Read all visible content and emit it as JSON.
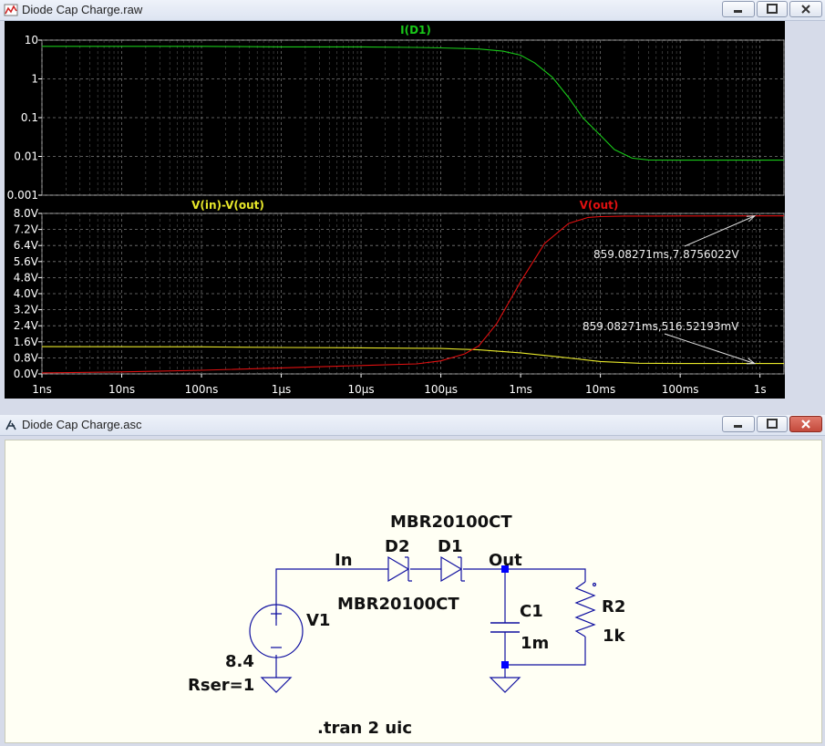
{
  "waveform_window": {
    "title": "Diode Cap Charge.raw"
  },
  "schematic_window": {
    "title": "Diode Cap Charge.asc"
  },
  "window_buttons": {
    "minimize": "minimize-icon",
    "maximize": "maximize-icon",
    "close": "close-icon"
  },
  "colors": {
    "plot_bg": "#000000",
    "grid": "#7a7a7a",
    "axis_text": "#ffffff",
    "green_trace": "#19c819",
    "yellow_trace": "#e8e82a",
    "red_trace": "#e01010",
    "schematic_bg": "#fffff4",
    "wire": "#1010a0",
    "close_btn": "#c44a3c"
  },
  "chart_data": [
    {
      "type": "line",
      "title": "I(D1)",
      "x_scale": "log",
      "y_scale": "log",
      "xlim": [
        1e-09,
        2
      ],
      "ylim": [
        0.001,
        10
      ],
      "y_ticks": [
        "10",
        "1",
        "0.1",
        "0.01",
        "0.001"
      ],
      "grid": true,
      "series": [
        {
          "name": "I(D1)",
          "color": "#19c819",
          "x": [
            1e-09,
            1e-08,
            1e-07,
            3e-07,
            1e-06,
            1e-05,
            5e-05,
            0.0001,
            0.0003,
            0.0006,
            0.001,
            0.0015,
            0.0025,
            0.004,
            0.006,
            0.01,
            0.015,
            0.025,
            0.04,
            0.1,
            1,
            2
          ],
          "y": [
            6.9,
            6.9,
            6.9,
            6.8,
            6.7,
            6.7,
            6.5,
            6.3,
            5.9,
            5.2,
            4.1,
            2.6,
            1.1,
            0.33,
            0.1,
            0.035,
            0.015,
            0.009,
            0.0081,
            0.008,
            0.008,
            0.008
          ]
        }
      ]
    },
    {
      "type": "line",
      "x_scale": "log",
      "xlim": [
        1e-09,
        2
      ],
      "ylim": [
        0,
        8
      ],
      "y_ticks": [
        "8.0V",
        "7.2V",
        "6.4V",
        "5.6V",
        "4.8V",
        "4.0V",
        "3.2V",
        "2.4V",
        "1.6V",
        "0.8V",
        "0.0V"
      ],
      "x_ticks": [
        "1ns",
        "10ns",
        "100ns",
        "1µs",
        "10µs",
        "100µs",
        "1ms",
        "10ms",
        "100ms",
        "1s"
      ],
      "grid": true,
      "series": [
        {
          "name": "V(in)-V(out)",
          "color": "#e8e82a",
          "x": [
            1e-09,
            1e-07,
            3e-07,
            1e-06,
            1e-05,
            0.0001,
            0.0003,
            0.001,
            0.003,
            0.01,
            0.03,
            0.1,
            1,
            2
          ],
          "y": [
            1.36,
            1.35,
            1.33,
            1.32,
            1.3,
            1.27,
            1.2,
            1.05,
            0.85,
            0.62,
            0.53,
            0.52,
            0.52,
            0.52
          ]
        },
        {
          "name": "V(out)",
          "color": "#e01010",
          "x": [
            1e-09,
            1e-08,
            1e-07,
            1e-06,
            1e-05,
            5e-05,
            0.0001,
            0.0002,
            0.0003,
            0.0005,
            0.001,
            0.002,
            0.004,
            0.007,
            0.01,
            0.02,
            0.05,
            0.1,
            1,
            2
          ],
          "y": [
            0.05,
            0.1,
            0.18,
            0.3,
            0.42,
            0.5,
            0.65,
            1.0,
            1.4,
            2.5,
            4.6,
            6.5,
            7.5,
            7.8,
            7.84,
            7.87,
            7.87,
            7.875,
            7.8756,
            7.8756
          ]
        }
      ],
      "annotations": [
        {
          "text": "859.08271ms,7.8756022V",
          "x": 0.85908271,
          "y": 7.8756022
        },
        {
          "text": "859.08271ms,516.52193mV",
          "x": 0.85908271,
          "y": 0.51652193
        }
      ]
    }
  ],
  "schematic": {
    "net_in": "In",
    "net_out": "Out",
    "d2_ref": "D2",
    "d1_ref": "D1",
    "d_model_top": "MBR20100CT",
    "d_model_bottom": "MBR20100CT",
    "v1_ref": "V1",
    "v1_value": "8.4",
    "v1_rser": "Rser=1",
    "c1_ref": "C1",
    "c1_value": "1m",
    "r2_ref": "R2",
    "r2_value": "1k",
    "directive": ".tran 2 uic"
  }
}
